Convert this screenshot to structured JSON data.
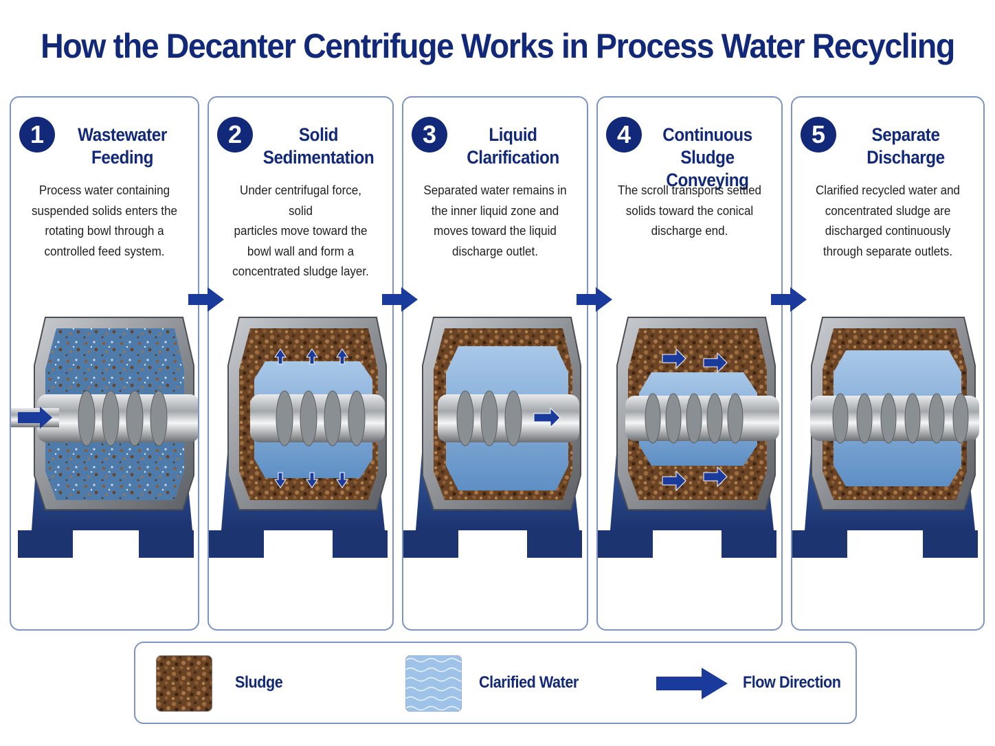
{
  "title": "How the Decanter Centrifuge Works in Process Water Recycling",
  "steps": [
    {
      "number": "1",
      "title_line1": "Wastewater",
      "title_line2": "Feeding",
      "desc": [
        "Process water containing",
        "suspended solids enters the",
        "rotating bowl through a",
        "controlled feed system."
      ]
    },
    {
      "number": "2",
      "title_line1": "Solid",
      "title_line2": "Sedimentation",
      "desc": [
        "Under centrifugal force, solid",
        "particles move toward the",
        "bowl wall and form a",
        "concentrated sludge layer."
      ]
    },
    {
      "number": "3",
      "title_line1": "Liquid",
      "title_line2": "Clarification",
      "desc": [
        "Separated water remains in",
        "the inner liquid zone and",
        "moves toward the liquid",
        "discharge outlet."
      ]
    },
    {
      "number": "4",
      "title_line1": "Continuous Sludge",
      "title_line2": "Conveying",
      "desc": [
        "The scroll transports settled",
        "solids toward the conical",
        "discharge end."
      ]
    },
    {
      "number": "5",
      "title_line1": "Separate",
      "title_line2": "Discharge",
      "desc": [
        "Clarified recycled water and",
        "concentrated sludge are",
        "discharged continuously",
        "through separate outlets."
      ]
    }
  ],
  "legend": {
    "sludge": "Sludge",
    "water": "Clarified Water",
    "flow": "Flow Direction"
  },
  "colors": {
    "navy": "#12297a",
    "arrow": "#1a3a9c",
    "border": "#7c93c4",
    "sludge": "#7a5230",
    "water": "#8fb6de"
  }
}
